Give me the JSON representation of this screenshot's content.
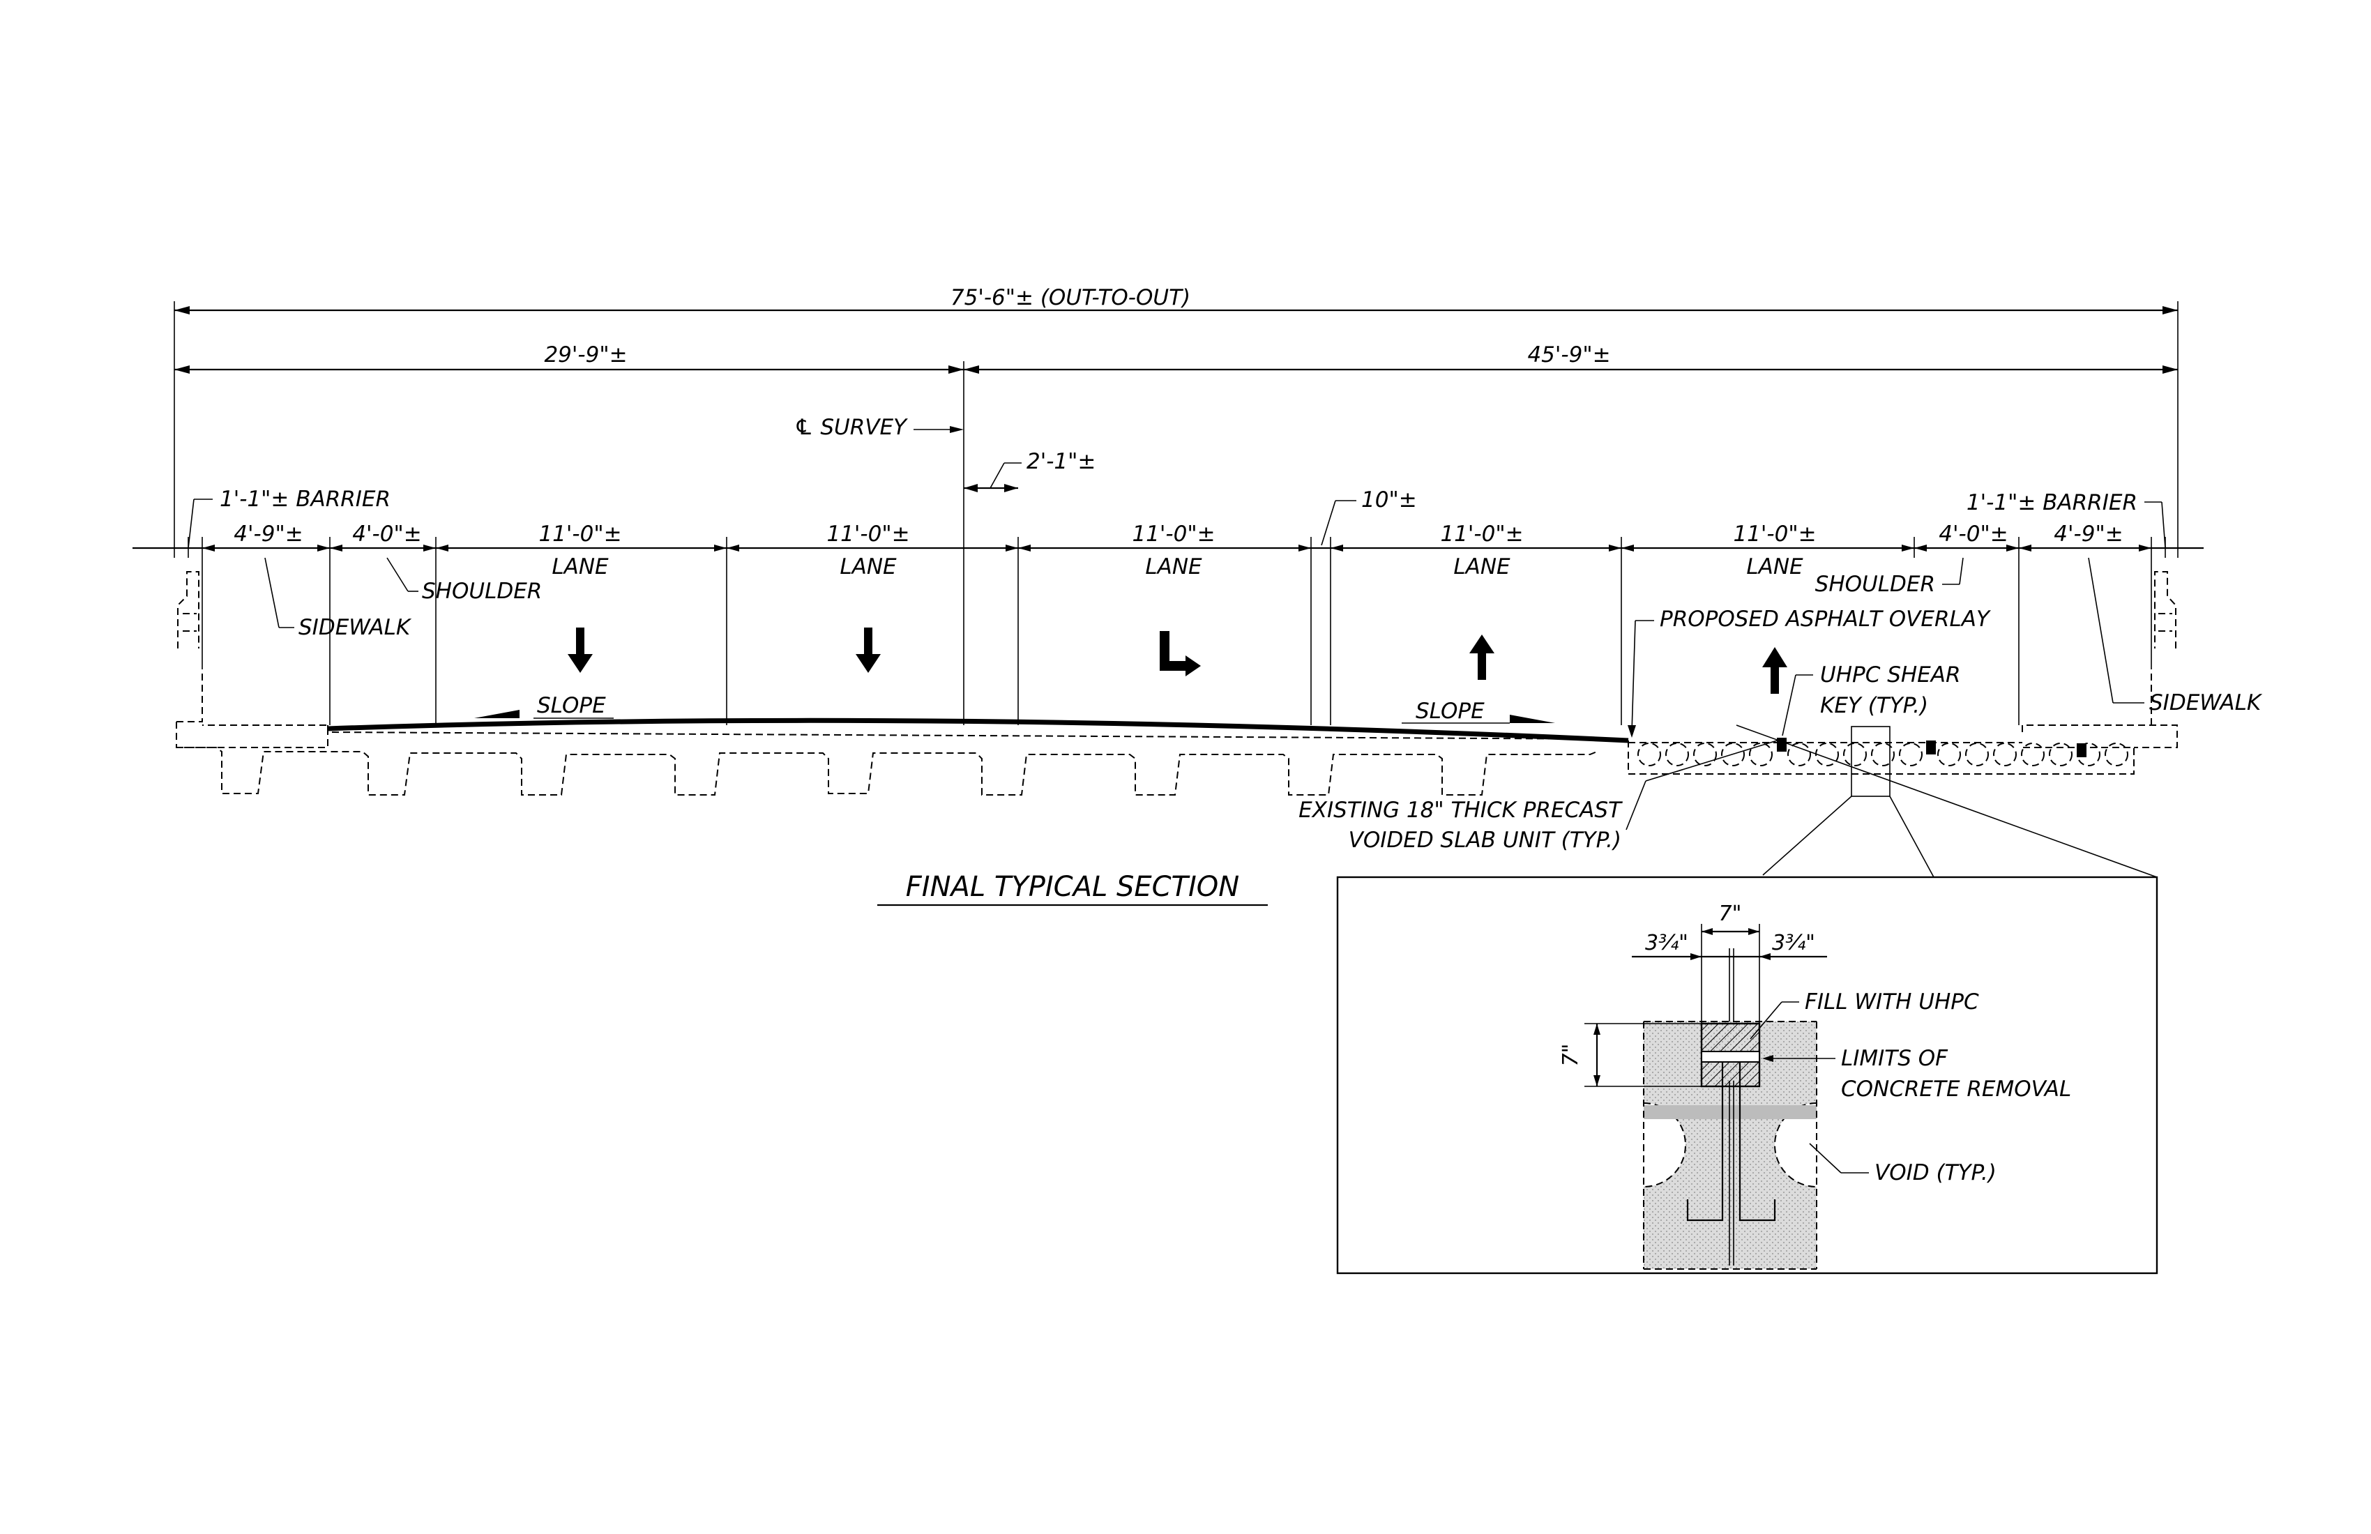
{
  "drawing": {
    "title": "FINAL TYPICAL SECTION",
    "overall_dim": "75'-6\"± (OUT-TO-OUT)",
    "left_dim": "29'-9\"±",
    "right_dim": "45'-9\"±",
    "survey_label": "℄ SURVEY",
    "offset_dim": "2'-1\"±",
    "median_dim": "10\"±",
    "barrier_left": "1'-1\"± BARRIER",
    "barrier_right": "1'-1\"± BARRIER",
    "segments": [
      {
        "dim": "4'-9\"±",
        "label": ""
      },
      {
        "dim": "4'-0\"±",
        "label": ""
      },
      {
        "dim": "11'-0\"±",
        "label": "LANE"
      },
      {
        "dim": "11'-0\"±",
        "label": "LANE"
      },
      {
        "dim": "11'-0\"±",
        "label": "LANE"
      },
      {
        "dim": "11'-0\"±",
        "label": "LANE"
      },
      {
        "dim": "11'-0\"±",
        "label": "LANE"
      },
      {
        "dim": "4'-0\"±",
        "label": ""
      },
      {
        "dim": "4'-9\"±",
        "label": ""
      }
    ],
    "shoulder_left": "SHOULDER",
    "shoulder_right": "SHOULDER",
    "sidewalk_left": "SIDEWALK",
    "sidewalk_right": "SIDEWALK",
    "slope_left": "SLOPE",
    "slope_right": "SLOPE",
    "overlay_note": "PROPOSED ASPHALT OVERLAY",
    "shear_key_note_1": "UHPC SHEAR",
    "shear_key_note_2": "KEY (TYP.)",
    "existing_note_1": "EXISTING 18\" THICK PRECAST",
    "existing_note_2": "VOIDED SLAB UNIT (TYP.)"
  },
  "detail": {
    "width_dim": "7\"",
    "side_dim_left": "3¾\"",
    "side_dim_right": "3¾\"",
    "height_dim": "7\"",
    "fill_note": "FILL WITH UHPC",
    "limits_note_1": "LIMITS OF",
    "limits_note_2": "CONCRETE REMOVAL",
    "void_note": "VOID (TYP.)"
  }
}
